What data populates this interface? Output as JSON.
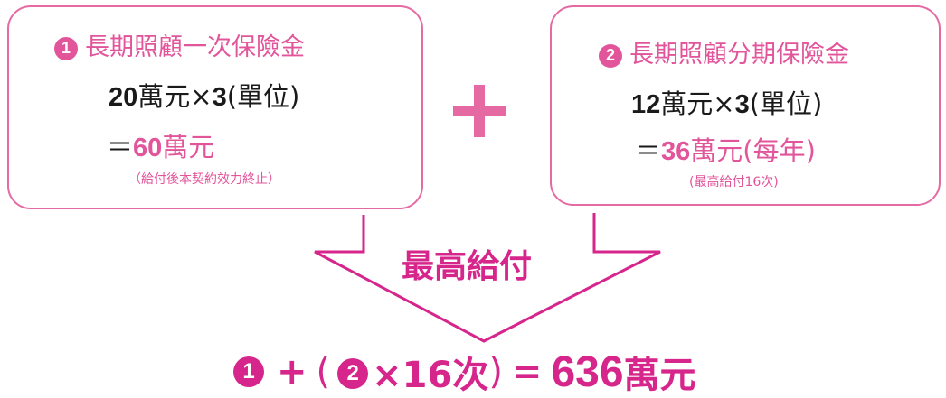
{
  "box1": {
    "badge": "1",
    "title": "長期照顧一次保險金",
    "line1_num1": "20",
    "line1_unit1": "萬元×",
    "line1_num2": "3",
    "line1_tail": "(單位)",
    "line2_eq": "＝",
    "line2_num": "60",
    "line2_unit": "萬元",
    "note": "（給付後本契約效力終止）"
  },
  "plus_symbol": "+",
  "box2": {
    "badge": "2",
    "title": "長期照顧分期保險金",
    "line1_num1": "12",
    "line1_unit1": "萬元×",
    "line1_num2": "3",
    "line1_tail": "(單位)",
    "line2_eq": "＝",
    "line2_num": "36",
    "line2_unit": "萬元(每年)",
    "note": "(最高給付16次)"
  },
  "arrow_label": "最高給付",
  "formula": {
    "badge1": "1",
    "plus": "+",
    "open_paren": "(",
    "badge2": "2",
    "times": "×16次",
    "close_paren": ")",
    "equals": "=",
    "total": "636",
    "unit": "萬元"
  },
  "colors": {
    "accent": "#e2559b",
    "border": "#e56aa3",
    "arrow": "#d6268c"
  }
}
